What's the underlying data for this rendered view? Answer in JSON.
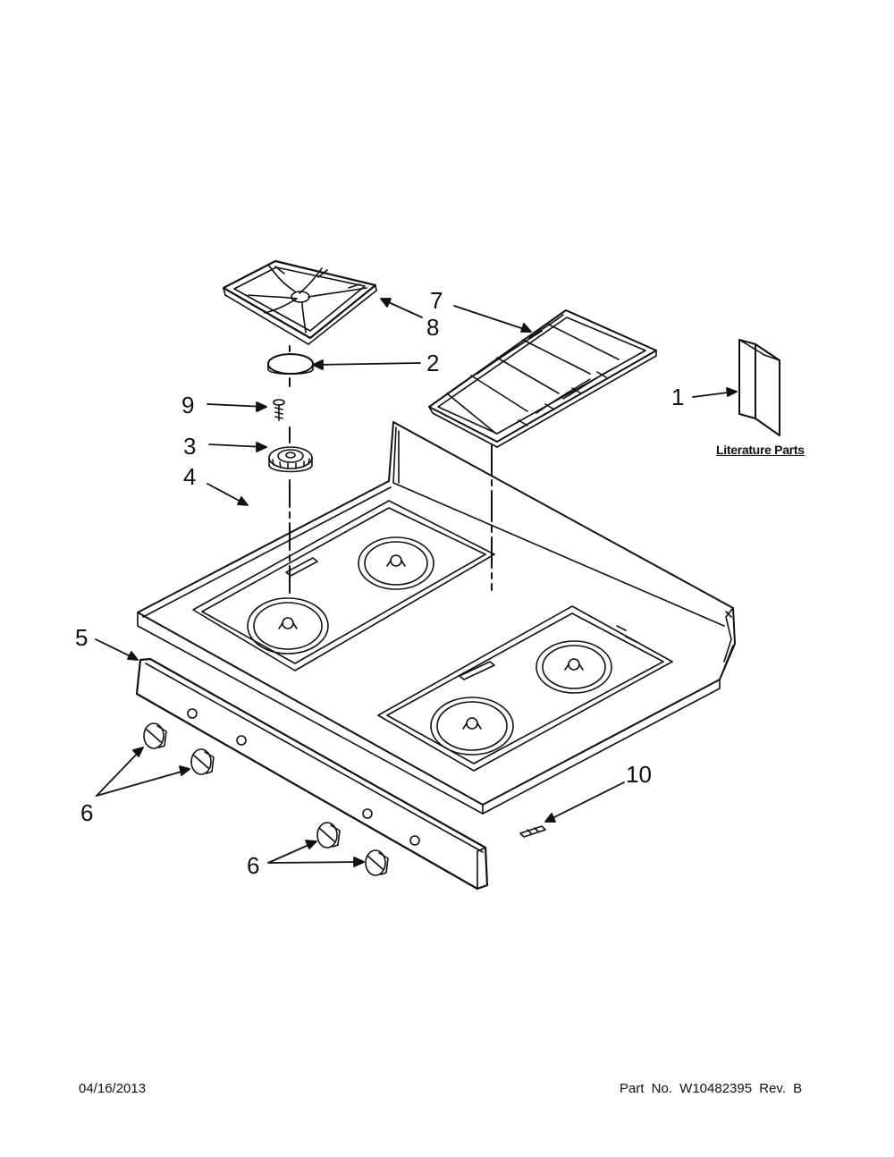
{
  "callouts": {
    "c1": "1",
    "c2": "2",
    "c3": "3",
    "c4": "4",
    "c5": "5",
    "c6a": "6",
    "c6b": "6",
    "c7": "7",
    "c8": "8",
    "c9": "9",
    "c10": "10"
  },
  "literature_parts": "Literature Parts",
  "footer": {
    "date": "04/16/2013",
    "part_number": "Part No.  W10482395  Rev.  B"
  },
  "colors": {
    "line": "#111111",
    "paper": "#ffffff"
  }
}
